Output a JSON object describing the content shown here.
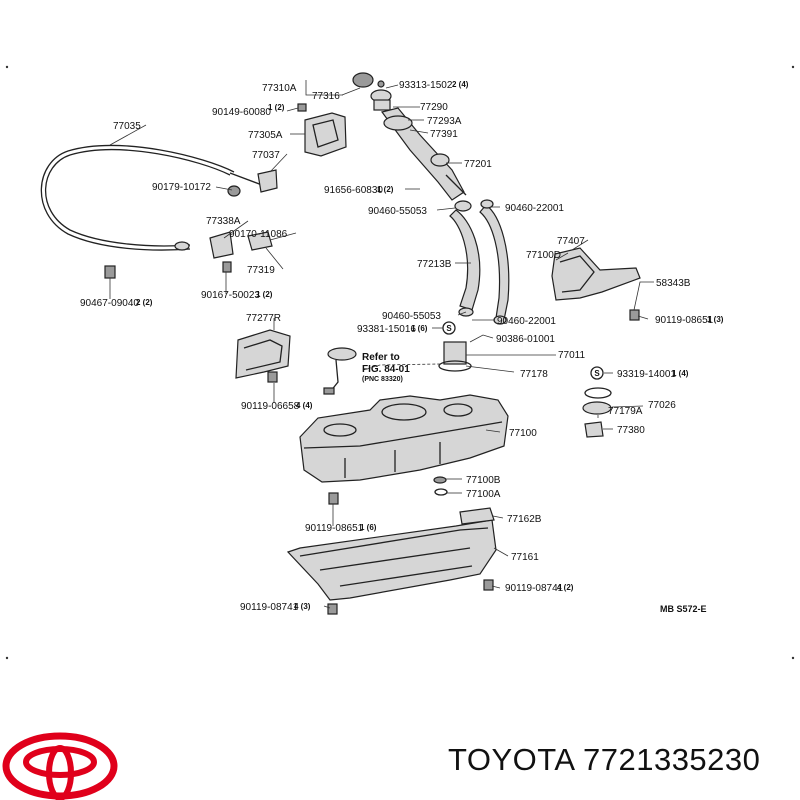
{
  "labels": {
    "p77310A": "77310A",
    "p77316": "77316",
    "p93313": "93313-1502",
    "q93313": "2 (4)",
    "p90149": "90149-60080",
    "q90149": "1 (2)",
    "p77290": "77290",
    "p77293A": "77293A",
    "p77391": "77391",
    "p77305A": "77305A",
    "p77035": "77035",
    "p77037": "77037",
    "p77201": "77201",
    "p90179": "90179-10172",
    "p91656": "91656-60830",
    "q91656": "1 (2)",
    "p90460a": "90460-55053",
    "p90460b": "90460-22001",
    "p77338A": "77338A",
    "p90170": "90170-11086",
    "p77407": "77407",
    "p77100D": "77100D",
    "p77213B": "77213B",
    "p77319": "77319",
    "p58343B": "58343B",
    "p90467": "90467-09040",
    "q90467": "2 (2)",
    "p90167": "90167-50023",
    "q90167": "1 (2)",
    "p90460c": "90460-55053",
    "p90460d": "90460-22001",
    "p90119a": "90119-08651",
    "q90119a": "1 (3)",
    "p77277R": "77277R",
    "p93381": "93381-15016",
    "q93381": "1 (6)",
    "p90386": "90386-01001",
    "p77011": "77011",
    "p77178": "77178",
    "p93319": "93319-14001",
    "q93319": "1 (4)",
    "p90119b": "90119-06658",
    "q90119b": "4 (4)",
    "p77179A": "77179A",
    "p77026": "77026",
    "p77100": "77100",
    "p77380": "77380",
    "p77100B": "77100B",
    "p77100A": "77100A",
    "p77162B": "77162B",
    "p90119c": "90119-08651",
    "q90119c": "1 (6)",
    "p77161": "77161",
    "p90119d": "90119-08741",
    "q90119d": "4 (2)",
    "p90119e": "90119-08741",
    "q90119e": "4 (3)"
  },
  "reference_note": {
    "line1": "Refer to",
    "line2": "FIG. 84-01",
    "line3": "(PNC 83320)"
  },
  "diagram_code": "MB  S572-E",
  "footer": {
    "brand_text": "TOYOTA 7721335230",
    "logo_color": "#e0001b"
  }
}
